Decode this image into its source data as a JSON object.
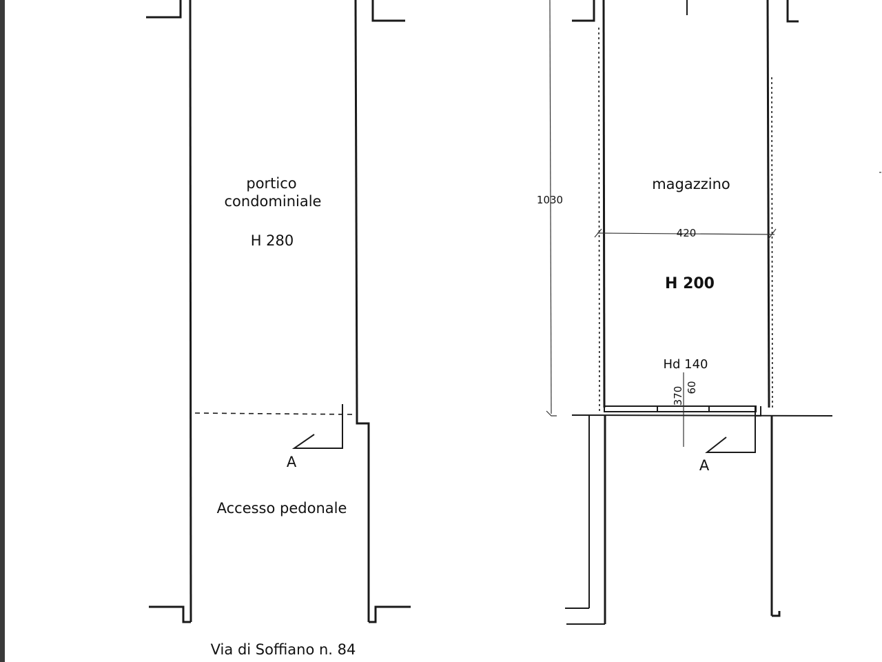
{
  "left_plan": {
    "room_name_line1": "portico",
    "room_name_line2": "condominiale",
    "height": "H 280",
    "section_marker": "A",
    "access_label": "Accesso pedonale",
    "address": "Via di Soffiano n. 84"
  },
  "right_plan": {
    "room_name": "magazzino",
    "height": "H 200",
    "door_height": "Hd 140",
    "section_marker": "A",
    "dimensions": {
      "length": "1030",
      "width": "420",
      "opening_width": "370",
      "opening_offset": "60"
    }
  }
}
